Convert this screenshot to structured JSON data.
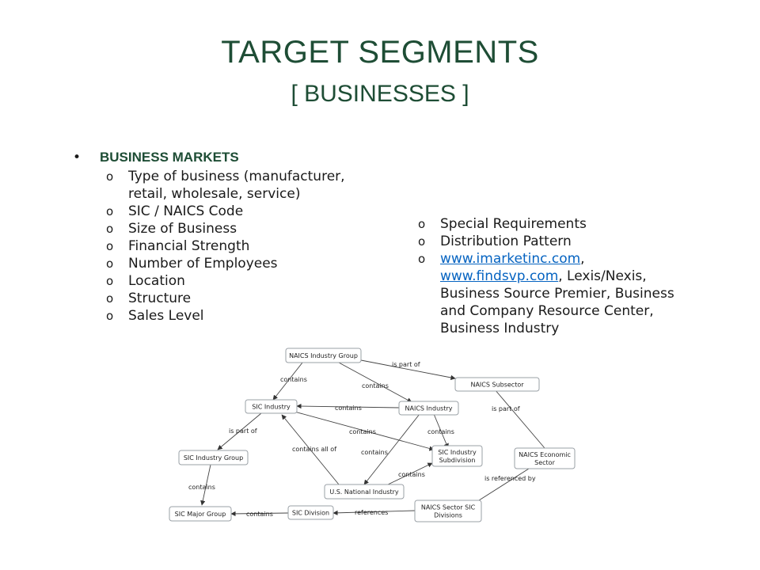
{
  "title": "TARGET SEGMENTS",
  "subtitle": "[ BUSINESSES ]",
  "left": {
    "bullet": "•",
    "heading": "BUSINESS MARKETS",
    "marker": "o",
    "items": [
      "Type of business (manufacturer, retail, wholesale, service)",
      "SIC / NAICS Code",
      "Size of Business",
      "Financial Strength",
      "Number of Employees",
      "Location",
      "Structure",
      "Sales Level"
    ]
  },
  "right": {
    "items": [
      "Special Requirements",
      "Distribution Pattern"
    ],
    "links": {
      "link1": "www.imarketinc.com",
      "sep1": ",",
      "link2": "www.findsvp.com",
      "rest": ", Lexis/Nexis, Business Source Premier, Business and Company Resource Center, Business Industry"
    }
  },
  "diagram": {
    "nodes": {
      "naics_group": "NAICS Industry Group",
      "naics_subsector": "NAICS Subsector",
      "sic_industry": "SIC Industry",
      "naics_industry": "NAICS Industry",
      "sic_subdivision": [
        "SIC Industry",
        "Subdivision"
      ],
      "sic_group": "SIC Industry Group",
      "naics_econ": [
        "NAICS Economic",
        "Sector"
      ],
      "us_national": "U.S. National Industry",
      "sic_major": "SIC Major Group",
      "sic_division": "SIC Division",
      "naics_sector_sic": [
        "NAICS Sector SIC",
        "Divisions"
      ]
    },
    "edges": {
      "is_part_of_1": "is part of",
      "contains_1": "contains",
      "contains_2": "contains",
      "is_part_of_2": "is part of",
      "contains_3": "contains",
      "is_part_of_3": "is part of",
      "contains_4": "contains",
      "contains_5": "contains",
      "contains_all_of": "contains all of",
      "contains_6": "contains",
      "contains_7": "contains",
      "is_referenced_by": "is referenced by",
      "contains_8": "contains",
      "contains_9": "contains",
      "references": "references"
    }
  }
}
